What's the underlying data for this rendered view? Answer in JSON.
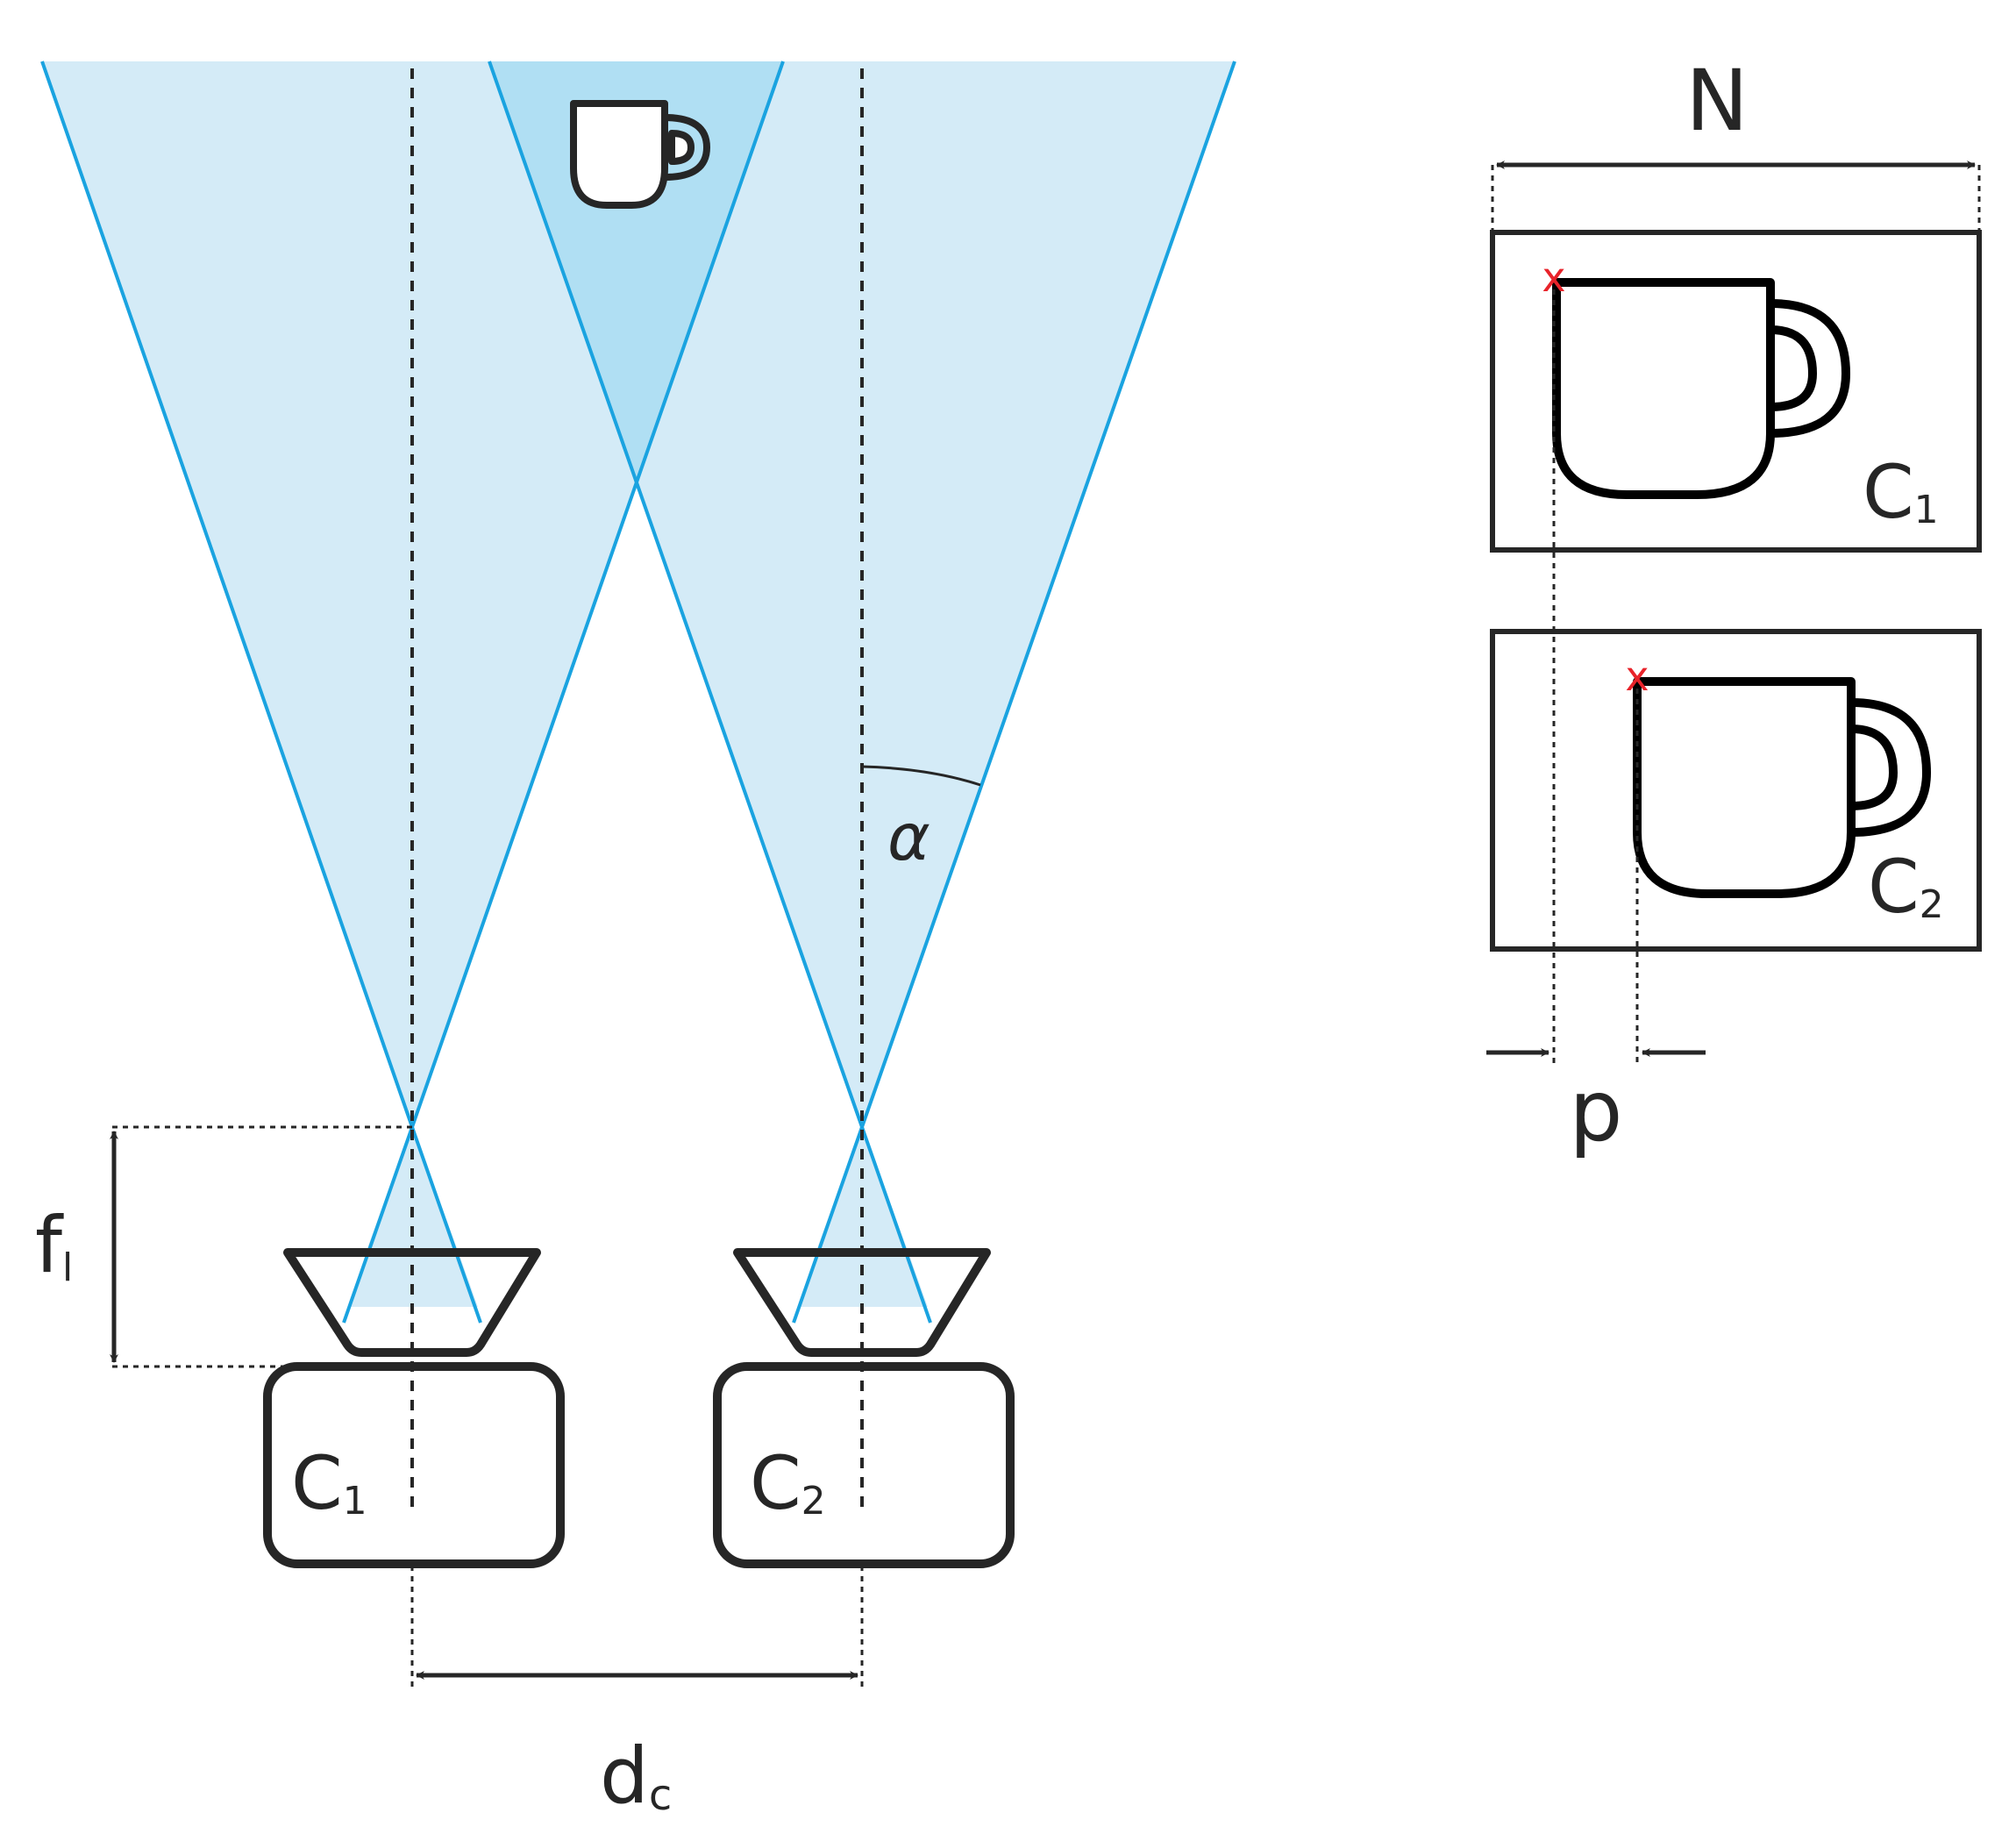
{
  "colors": {
    "fov_fill": "#d4ebf7",
    "fov_overlap": "#b0dff3",
    "ray": "#1aa3e0",
    "outline": "#262626",
    "marker": "#e8232a",
    "background": "#ffffff"
  },
  "icons": {
    "cup": "coffee-cup-icon",
    "marker": "x-marker-icon"
  },
  "labels": {
    "width": "N",
    "disparity": "p",
    "focal_main": "f",
    "focal_sub": "l",
    "distance_main": "d",
    "distance_sub": "c",
    "angle": "α",
    "camera1_main": "C",
    "camera1_sub": "1",
    "camera2_main": "C",
    "camera2_sub": "2",
    "frame1_main": "C",
    "frame1_sub": "1",
    "frame2_main": "C",
    "frame2_sub": "2",
    "marker1": "x",
    "marker2": "x"
  }
}
